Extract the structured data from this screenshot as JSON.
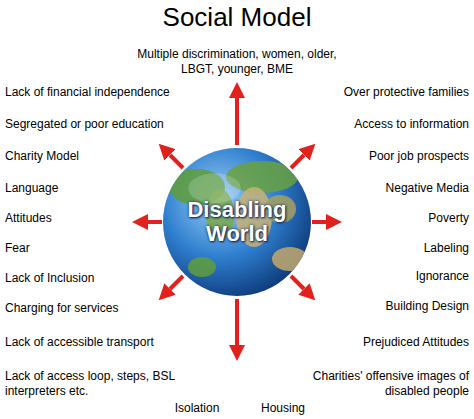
{
  "diagram": {
    "title": "Social Model",
    "nodes": [
      {
        "text": [
          "Disabling World"
        ]
      }
    ],
    "labels": [
      "Multiple discrimination, women, older, LBGT, younger, BME",
      "Lack of financial independence",
      "Over protective families",
      "Segregated or poor education",
      "Access to information",
      "Charity Model",
      "Poor job prospects",
      "Language",
      "Negative Media",
      "Attitudes",
      "Poverty",
      "Fear",
      "Labeling",
      "Lack of Inclusion",
      "Ignorance",
      "Charging for services",
      "Building Design",
      "Lack of accessible transport",
      "Prejudiced Attitudes",
      "Lack of access loop, steps, BSL interpreters etc.",
      "Charities' offensive images of disabled people",
      "Isolation",
      "Housing"
    ]
  }
}
